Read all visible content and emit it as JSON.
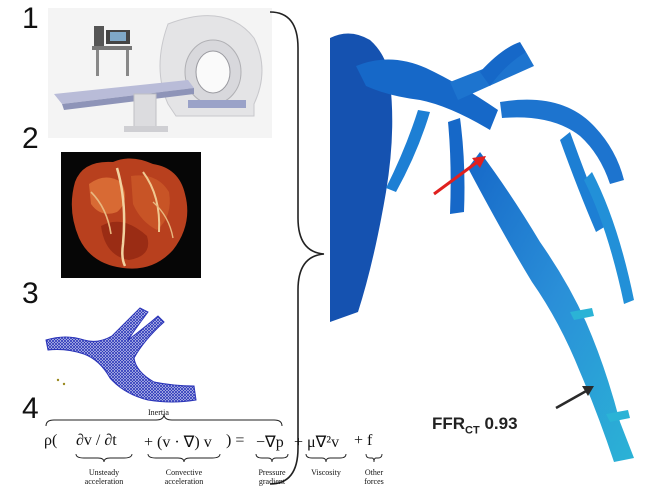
{
  "steps": [
    "1",
    "2",
    "3",
    "4"
  ],
  "formula": {
    "inertia": "Inertia",
    "rho": "ρ(",
    "unsteady_term": "∂v / ∂t",
    "convective_term": "+ (v · ∇) v",
    "close": ") =",
    "pressure_term": "−∇p",
    "viscosity_term": "+ μ∇²v",
    "other_term": "+ f",
    "labels": {
      "unsteady": "Unsteady acceleration",
      "convective": "Convective acceleration",
      "pressure": "Pressure gradient",
      "viscosity": "Viscosity",
      "other": "Other forces"
    }
  },
  "ffr": {
    "prefix": "FFR",
    "sub": "CT",
    "value": "0.93"
  },
  "colors": {
    "vessel_dark": "#1668c8",
    "vessel_mid": "#2a8fd8",
    "vessel_light": "#2bb3d6",
    "heart_blue": "#1552b0",
    "arrow_red": "#e0201e",
    "heart_red": "#b8401e"
  }
}
